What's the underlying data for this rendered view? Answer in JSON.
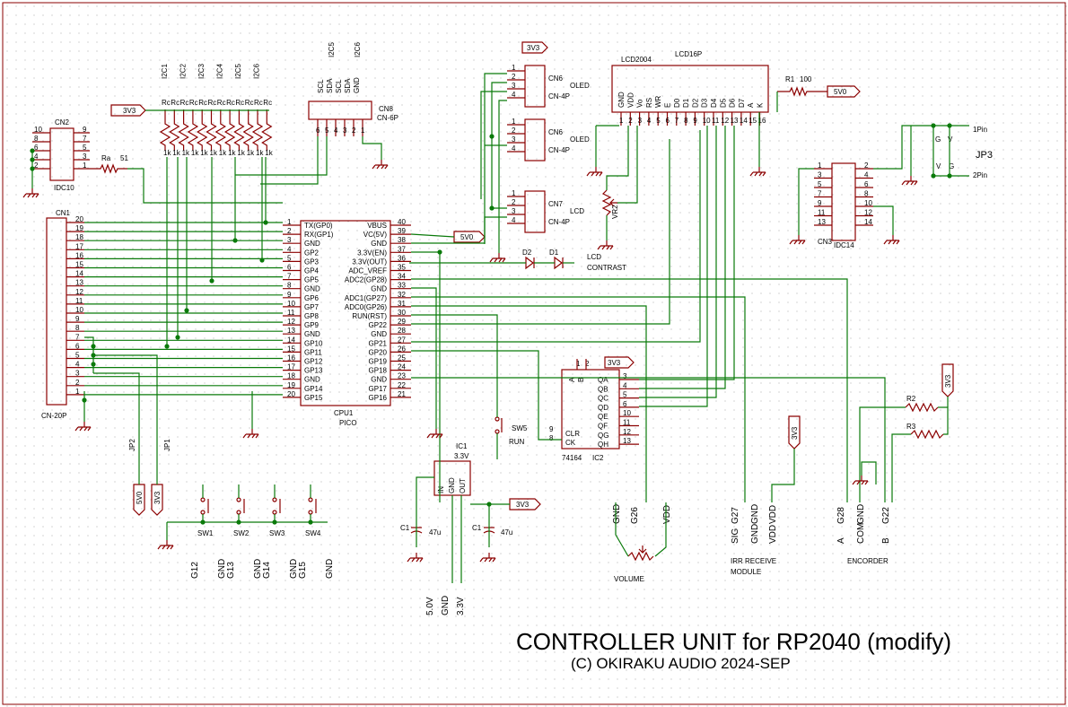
{
  "title": {
    "main": "CONTROLLER UNIT for RP2040 (modify)",
    "copyright": "(C) OKIRAKU AUDIO 2024-SEP"
  },
  "pico": {
    "ref": "CPU1",
    "value": "PICO",
    "left_pins": [
      {
        "n": "1",
        "name": "TX(GP0)"
      },
      {
        "n": "2",
        "name": "RX(GP1)"
      },
      {
        "n": "3",
        "name": "GND"
      },
      {
        "n": "4",
        "name": "GP2"
      },
      {
        "n": "5",
        "name": "GP3"
      },
      {
        "n": "6",
        "name": "GP4"
      },
      {
        "n": "7",
        "name": "GP5"
      },
      {
        "n": "8",
        "name": "GND"
      },
      {
        "n": "9",
        "name": "GP6"
      },
      {
        "n": "10",
        "name": "GP7"
      },
      {
        "n": "11",
        "name": "GP8"
      },
      {
        "n": "12",
        "name": "GP9"
      },
      {
        "n": "13",
        "name": "GND"
      },
      {
        "n": "14",
        "name": "GP10"
      },
      {
        "n": "15",
        "name": "GP11"
      },
      {
        "n": "16",
        "name": "GP12"
      },
      {
        "n": "17",
        "name": "GP13"
      },
      {
        "n": "18",
        "name": "GND"
      },
      {
        "n": "19",
        "name": "GP14"
      },
      {
        "n": "20",
        "name": "GP15"
      }
    ],
    "right_pins": [
      {
        "n": "40",
        "name": "VBUS"
      },
      {
        "n": "39",
        "name": "VC(5V)"
      },
      {
        "n": "38",
        "name": "GND"
      },
      {
        "n": "37",
        "name": "3.3V(EN)"
      },
      {
        "n": "36",
        "name": "3.3V(OUT)"
      },
      {
        "n": "35",
        "name": "ADC_VREF"
      },
      {
        "n": "34",
        "name": "ADC2(GP28)"
      },
      {
        "n": "33",
        "name": "GND"
      },
      {
        "n": "32",
        "name": "ADC1(GP27)"
      },
      {
        "n": "31",
        "name": "ADC0(GP26)"
      },
      {
        "n": "30",
        "name": "RUN(RST)"
      },
      {
        "n": "29",
        "name": "GP22"
      },
      {
        "n": "28",
        "name": "GND"
      },
      {
        "n": "27",
        "name": "GP21"
      },
      {
        "n": "26",
        "name": "GP20"
      },
      {
        "n": "25",
        "name": "GP19"
      },
      {
        "n": "24",
        "name": "GP18"
      },
      {
        "n": "23",
        "name": "GND"
      },
      {
        "n": "22",
        "name": "GP17"
      },
      {
        "n": "21",
        "name": "GP16"
      }
    ]
  },
  "cn1": {
    "ref": "CN1",
    "value": "CN-20P",
    "pins": [
      "20",
      "19",
      "18",
      "17",
      "16",
      "15",
      "14",
      "13",
      "12",
      "11",
      "10",
      "9",
      "8",
      "7",
      "6",
      "5",
      "4",
      "3",
      "2",
      "1"
    ]
  },
  "cn2": {
    "ref": "CN2",
    "value": "IDC10",
    "left": [
      "10",
      "8",
      "6",
      "4",
      "2"
    ],
    "right": [
      "9",
      "7",
      "5",
      "3",
      "1"
    ]
  },
  "ra": {
    "ref": "Ra",
    "value": "51"
  },
  "i2c_labels": [
    "I2C1",
    "I2C2",
    "I2C3",
    "I2C4",
    "I2C5",
    "I2C6"
  ],
  "rc_label": "Rc",
  "rc_value": "1k",
  "cn8": {
    "ref": "CN8",
    "value": "CN-6P",
    "pins": [
      "6",
      "5",
      "4",
      "3",
      "2",
      "1"
    ],
    "top_groups": [
      "I2C5",
      "I2C6"
    ],
    "top_signals": [
      "SCL",
      "SDA",
      "SCL",
      "SDA",
      "GND"
    ]
  },
  "cn6a": {
    "ref": "CN6",
    "value": "CN-4P",
    "name": "OLED",
    "pins": [
      "1",
      "2",
      "3",
      "4"
    ]
  },
  "cn6b": {
    "ref": "CN6",
    "value": "CN-4P",
    "name": "OLED",
    "pins": [
      "1",
      "2",
      "3",
      "4"
    ]
  },
  "cn7": {
    "ref": "CN7",
    "value": "CN-4P",
    "name": "LCD",
    "pins": [
      "1",
      "2",
      "3",
      "4"
    ]
  },
  "lcd": {
    "ref": "LCD2004",
    "value": "LCD16P",
    "signals": [
      "GND",
      "VDD",
      "Vo",
      "RS",
      "WR",
      "E",
      "D0",
      "D1",
      "D2",
      "D3",
      "D4",
      "D5",
      "D6",
      "D7",
      "A",
      "K"
    ],
    "pins": [
      "1",
      "2",
      "3",
      "4",
      "5",
      "6",
      "7",
      "8",
      "9",
      "10",
      "11",
      "12",
      "13",
      "14",
      "15",
      "16"
    ]
  },
  "r1": {
    "ref": "R1",
    "value": "100"
  },
  "vr2": {
    "ref": "VR2",
    "label": "LCD CONTRAST"
  },
  "d1": "D1",
  "d2": "D2",
  "cn3": {
    "ref": "CN3",
    "value": "IDC14",
    "left": [
      "1",
      "3",
      "5",
      "7",
      "9",
      "11",
      "13"
    ],
    "right": [
      "2",
      "4",
      "6",
      "8",
      "10",
      "12",
      "14"
    ]
  },
  "jp3": {
    "ref": "JP3",
    "pin1": "1Pin",
    "pin2": "2Pin",
    "g": "G",
    "v": "V",
    "v2": "V",
    "g2": "G"
  },
  "ic2": {
    "ref": "IC2",
    "value": "74164",
    "inputs": [
      "A",
      "B"
    ],
    "in_nums": [
      "1",
      "2"
    ],
    "outputs": [
      {
        "n": "3",
        "name": "QA"
      },
      {
        "n": "4",
        "name": "QB"
      },
      {
        "n": "5",
        "name": "QC"
      },
      {
        "n": "6",
        "name": "QD"
      },
      {
        "n": "10",
        "name": "QE"
      },
      {
        "n": "11",
        "name": "QF"
      },
      {
        "n": "12",
        "name": "QG"
      },
      {
        "n": "13",
        "name": "QH"
      }
    ],
    "clr": "CLR",
    "ck": "CK",
    "clr_n": "9",
    "ck_n": "8"
  },
  "ic1": {
    "ref": "IC1",
    "value": "3.3V",
    "pins": [
      "IN",
      "GND",
      "OUT"
    ]
  },
  "c1a": {
    "ref": "C1",
    "value": "47u"
  },
  "c1b": {
    "ref": "C1",
    "value": "47u"
  },
  "sw5": {
    "ref": "SW5",
    "name": "RUN"
  },
  "switches": [
    {
      "ref": "SW1",
      "gp": "G12",
      "gnd": "GND"
    },
    {
      "ref": "SW2",
      "gp": "G13",
      "gnd": "GND"
    },
    {
      "ref": "SW3",
      "gp": "G14",
      "gnd": "GND"
    },
    {
      "ref": "SW4",
      "gp": "G15",
      "gnd": "GND"
    }
  ],
  "jp1": "JP1",
  "jp2": "JP2",
  "power": {
    "v33": "3V3",
    "v5": "5V0"
  },
  "power_out": [
    "5.0V",
    "GND",
    "3.3V"
  ],
  "volume": {
    "label": "VOLUME",
    "pins": [
      "GND",
      "G26",
      "VDD"
    ]
  },
  "irr": {
    "label1": "IRR RECEIVE",
    "label2": "MODULE",
    "pins": [
      "G27",
      "GND",
      "VDD"
    ],
    "sigs": [
      "SIG",
      "GND",
      "VDD"
    ]
  },
  "encoder": {
    "label": "ENCORDER",
    "pins": [
      "G28",
      "GND",
      "G22"
    ],
    "sigs": [
      "A",
      "COM",
      "B"
    ]
  },
  "r2": "R2",
  "r3": "R3",
  "colors": {
    "wire": "#0a7a0a",
    "component": "#8b0000",
    "grid": "#b9b9b9"
  }
}
